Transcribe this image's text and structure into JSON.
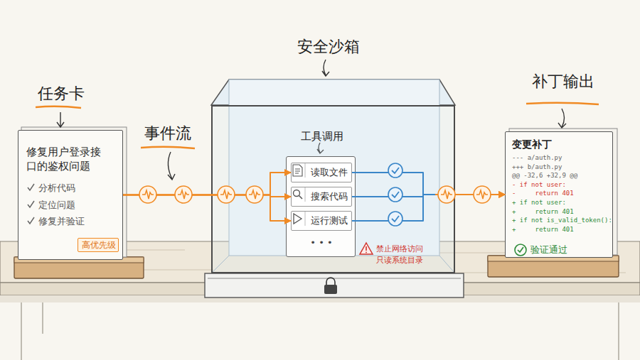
{
  "diagram": {
    "nodes": [
      {
        "text": [
          "任务卡",
          "修复用户登录接口的鉴权问题",
          "分析代码",
          "定位问题",
          "修复并验证"
        ]
      },
      {
        "text": [
          "高优先级"
        ],
        "in": 0
      },
      {
        "text": [
          "安全沙箱",
          "禁止网络访问 只读系统目录"
        ]
      },
      {
        "text": [
          "工具调用",
          "• • •"
        ],
        "in": 2
      },
      {
        "text": [
          "读取文件"
        ],
        "in": 3
      },
      {
        "text": [
          "搜索代码"
        ],
        "in": 3
      },
      {
        "text": [
          "运行测试"
        ],
        "in": 3
      },
      {
        "text": [
          "补丁输出",
          "变更补丁",
          "--- a/auth.py",
          "+++ b/auth.py",
          "@@ -32,6 +32,9 @@",
          "- if not user:",
          "-     return 401",
          "+ if not user:",
          "+     return 401",
          "+ if not is_valid_token():",
          "+     return 401",
          "验证通过"
        ]
      }
    ],
    "edges": [
      {
        "from": 0,
        "to": 4,
        "arrow": "to"
      },
      {
        "from": 0,
        "to": 5,
        "arrow": "to"
      },
      {
        "from": 0,
        "to": 6,
        "arrow": "to"
      },
      {
        "from": 4,
        "to": 7,
        "arrow": "to"
      },
      {
        "from": 5,
        "to": 7,
        "arrow": "to"
      },
      {
        "from": 6,
        "to": 7,
        "arrow": "to"
      }
    ],
    "labels": [
      "事件流"
    ]
  }
}
